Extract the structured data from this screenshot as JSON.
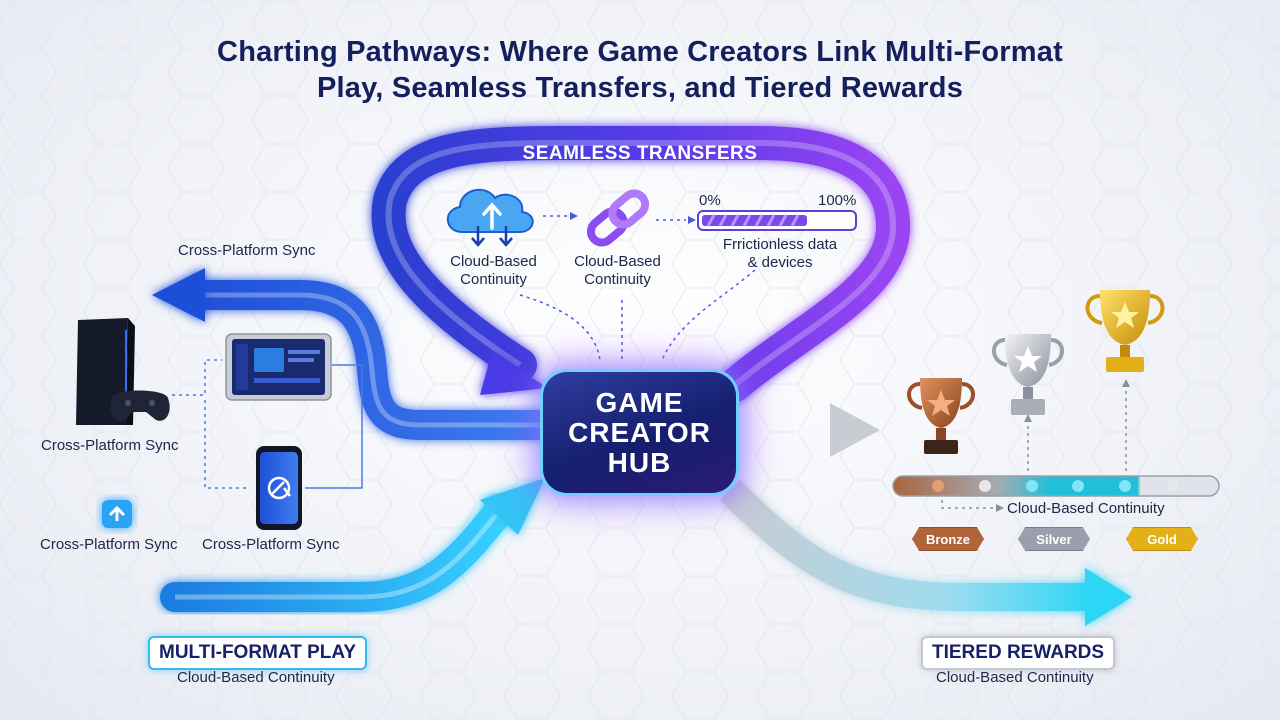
{
  "title": {
    "line1": "Charting Pathways: Where Game Creators Link Multi-Format",
    "line2": "Play, Seamless Transfers, and Tiered Rewards"
  },
  "hub": {
    "line1": "GAME",
    "line2": "CREATOR",
    "line3": "HUB"
  },
  "seamless": {
    "title": "SEAMLESS TRANSFERS",
    "cloud_label": "Cloud-Based\nContinuity",
    "link_label": "Cloud-Based\nContinuity",
    "progress_start": "0%",
    "progress_end": "100%",
    "progress_label": "Frrictionless data\n& devices",
    "progress_value": 0.7
  },
  "multiformat": {
    "label": "MULTI-FORMAT PLAY",
    "sublabel": "Cloud-Based Continuity",
    "sync_top": "Cross-Platform Sync",
    "sync_console": "Cross-Platform Sync",
    "sync_small": "Cross-Platform Sync",
    "sync_phone": "Cross-Platform Sync"
  },
  "rewards": {
    "label": "TIERED REWARDS",
    "sublabel": "Cloud-Based Continuity",
    "track_label": "Cloud-Based Continuity",
    "tiers": [
      {
        "name": "Bronze",
        "color": "#b0643a"
      },
      {
        "name": "Silver",
        "color": "#9aa0ab"
      },
      {
        "name": "Gold",
        "color": "#e3b117"
      }
    ]
  },
  "icons": {
    "cloud": "cloud-upload-icon",
    "link": "chain-link-icon",
    "console": "game-console-icon",
    "tablet": "tablet-icon",
    "phone": "smartphone-icon",
    "sync_badge": "upload-arrow-icon",
    "trophy": "trophy-icon"
  },
  "colors": {
    "navy": "#13205b",
    "blue_stream": "#2f58e0",
    "purple_stream": "#8a3ff0",
    "cyan_stream": "#22c8f0",
    "silver_stream": "#b9bec8"
  }
}
